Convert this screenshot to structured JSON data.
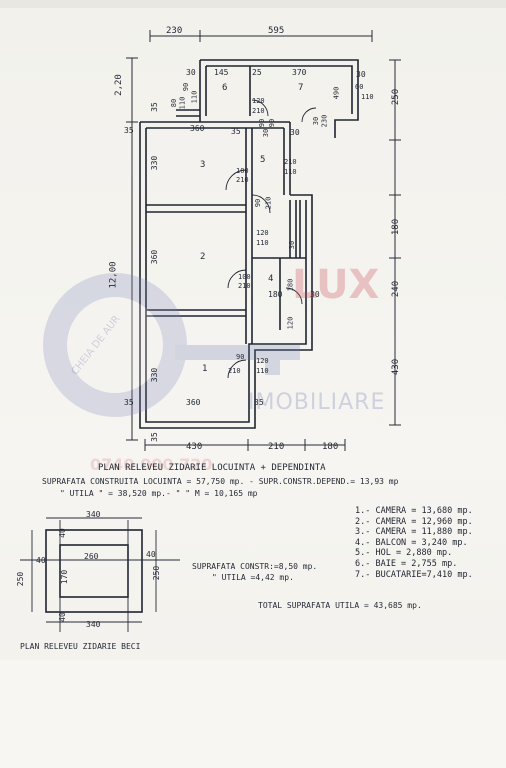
{
  "top_dims": [
    "230",
    "595"
  ],
  "left_dims": [
    "2,20",
    "12,00"
  ],
  "right_dims": [
    "250",
    "180",
    "240",
    "430"
  ],
  "bottom_dims": [
    "430",
    "210",
    "180"
  ],
  "rooms": [
    "1",
    "2",
    "3",
    "4",
    "5",
    "6",
    "7"
  ],
  "wall_labels": [
    "30",
    "145",
    "25",
    "370",
    "30",
    "60",
    "110",
    "90",
    "110",
    "120",
    "210",
    "80",
    "110",
    "490",
    "35",
    "360",
    "35",
    "90",
    "30",
    "35",
    "330",
    "100",
    "210",
    "210",
    "110",
    "90",
    "210",
    "120",
    "110",
    "360",
    "100",
    "210",
    "180",
    "180",
    "30",
    "30",
    "330",
    "90",
    "210",
    "120",
    "110",
    "35",
    "360",
    "35",
    "35",
    "120",
    "110",
    "120",
    "30",
    "230",
    "30",
    "90"
  ],
  "title_main": "PLAN RELEVEU ZIDARIE LOCUINTA + DEPENDINTA",
  "surface_line1": "SUPRAFATA CONSTRUITA LOCUINTA = 57,750 mp. - SUPR.CONSTR.DEPEND.= 13,93 mp",
  "surface_line2": "\"        UTILA        \" = 38,520 mp.-     \"       \"      M  = 10,165 mp",
  "legend": [
    "1.- CAMERA = 13,680 mp.",
    "2.- CAMERA = 12,960 mp.",
    "3.- CAMERA = 11,880 mp.",
    "4.- BALCON = 3,240 mp.",
    "5.- HOL = 2,880 mp.",
    "6.- BAIE = 2,755 mp.",
    "7.- BUCATARIE=7,410 mp."
  ],
  "total": "TOTAL SUPRAFATA UTILA     = 43,685 mp.",
  "basement": {
    "title": "PLAN RELEVEU ZIDARIE BECI",
    "dims_top": "340",
    "dims_bottom": "340",
    "inner_w": "260",
    "inner_h": "170",
    "side_left": "250",
    "side_right": "250",
    "wall_l": "40",
    "wall_r": "40",
    "wall_t": "40",
    "wall_b": "40",
    "surf_constr": "SUPRAFATA CONSTR:=8,50 mp.",
    "surf_util": "\"       UTILA  =4,42 mp."
  },
  "watermark": {
    "word1": "LUX",
    "word2": "IMOBILIARE",
    "seal": "CHEIA DE AUR",
    "phone": "0740 000 720"
  },
  "colors": {
    "ink": "#1f2430",
    "watermark_red": "#c84650",
    "watermark_blue": "#4650a0"
  }
}
